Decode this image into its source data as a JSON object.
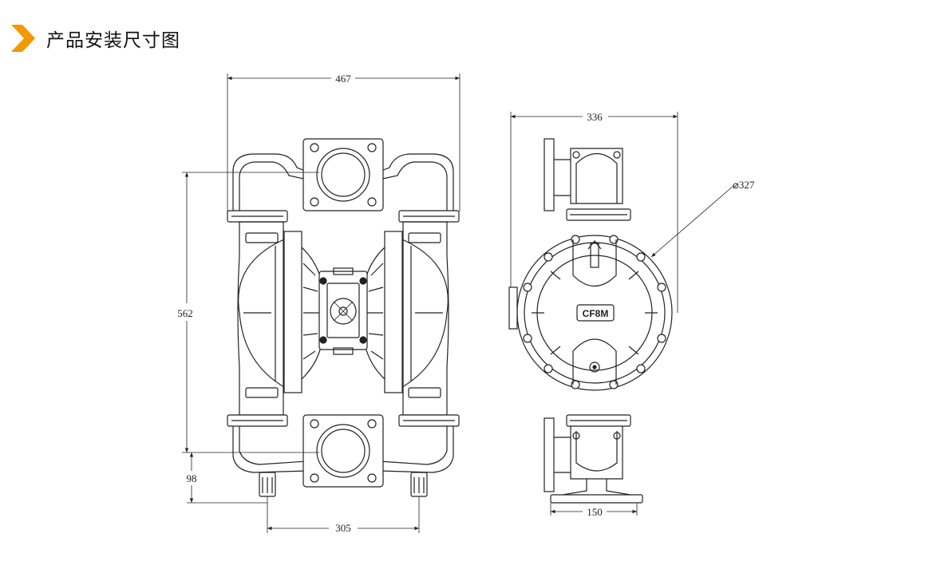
{
  "header": {
    "title": "产品安装尺寸图",
    "accent_color": "#f39800",
    "icon": "chevron-right-icon"
  },
  "dimensions": {
    "front_width": "467",
    "front_height": "562",
    "front_foot_height": "98",
    "front_foot_span": "305",
    "side_width": "336",
    "side_diameter": "⌀327",
    "side_base": "150"
  },
  "labels": {
    "material_mark": "CF8M"
  }
}
